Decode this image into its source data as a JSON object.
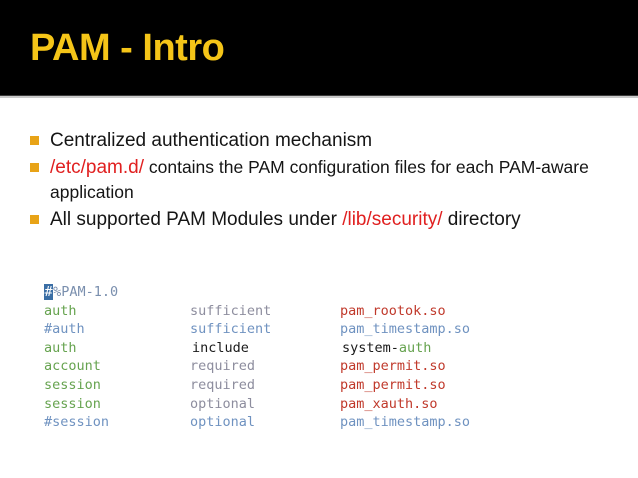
{
  "slide": {
    "title": "PAM - Intro",
    "title_color": "#f5c518",
    "header_bg": "#000000",
    "body_bg": "#ffffff",
    "bullet_marker_color": "#e8a317",
    "accent_red": "#e02020"
  },
  "bullets": [
    {
      "segments": [
        {
          "text": "Centralized authentication mechanism",
          "style": "normal"
        }
      ]
    },
    {
      "segments": [
        {
          "text": "/etc/pam.d/",
          "style": "red"
        },
        {
          "text": " contains the PAM configuration files for each PAM-aware application",
          "style": "small"
        }
      ]
    },
    {
      "segments": [
        {
          "text": "All supported PAM Modules under ",
          "style": "normal"
        },
        {
          "text": "/lib/security/",
          "style": "red"
        },
        {
          "text": " directory",
          "style": "normal"
        }
      ]
    }
  ],
  "code": {
    "headline": {
      "selected": "#",
      "rest": "%PAM-1.0"
    },
    "lines": [
      {
        "type": "auth",
        "type_style": "green",
        "control": "sufficient",
        "control_style": "mod",
        "module": "pam_rootok.so",
        "module_style": "red"
      },
      {
        "type": "#auth",
        "type_style": "comment",
        "control": "sufficient",
        "control_style": "comment",
        "module": "pam_timestamp.so",
        "module_style": "comment"
      },
      {
        "type": "auth",
        "type_style": "green",
        "control": "include",
        "control_style": "black",
        "module": "system-auth",
        "module_style": "split"
      },
      {
        "type": "account",
        "type_style": "green",
        "control": "required",
        "control_style": "mod",
        "module": "pam_permit.so",
        "module_style": "red"
      },
      {
        "type": "session",
        "type_style": "green",
        "control": "required",
        "control_style": "mod",
        "module": "pam_permit.so",
        "module_style": "red"
      },
      {
        "type": "session",
        "type_style": "green",
        "control": "optional",
        "control_style": "mod",
        "module": "pam_xauth.so",
        "module_style": "red"
      },
      {
        "type": "#session",
        "type_style": "comment",
        "control": "optional",
        "control_style": "comment",
        "module": "pam_timestamp.so",
        "module_style": "comment"
      }
    ],
    "split_module": {
      "prefix": "system-",
      "suffix": "auth"
    }
  }
}
